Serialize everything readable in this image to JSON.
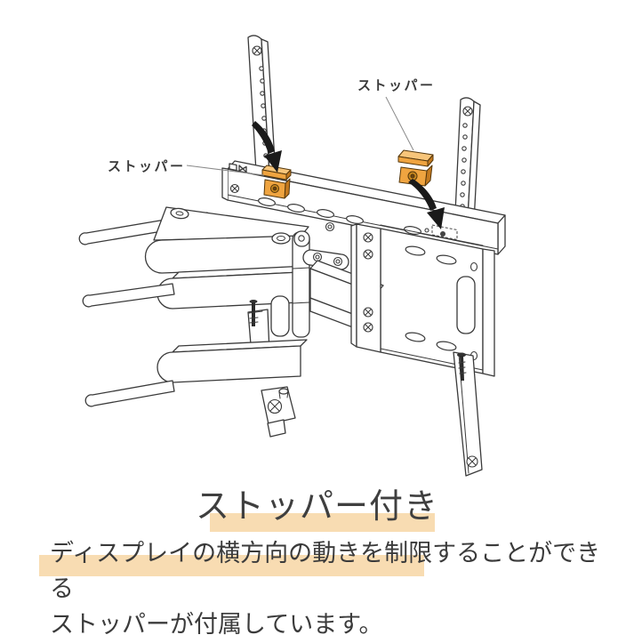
{
  "illustration": {
    "stopper_label_left": "ストッパー",
    "stopper_label_right": "ストッパー"
  },
  "caption": {
    "heading": "ストッパー付き",
    "body_line1": "ディスプレイの横方向の動きを制限することができる",
    "body_line2": "ストッパーが付属しています。"
  },
  "colors": {
    "background": "#FFFFFF",
    "line_art": "#3A3A3A",
    "highlight": "#F8DCB2",
    "stopper_face": "#EFA440",
    "stopper_side": "#C4791E",
    "stopper_top": "#F7C57A",
    "arrow": "#1A1A1A",
    "text": "#3B3B3B"
  }
}
